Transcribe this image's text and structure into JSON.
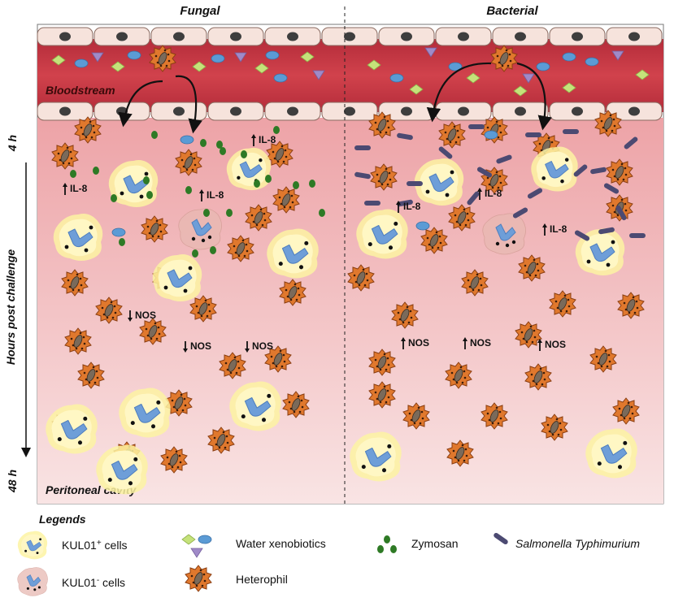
{
  "panels": {
    "left_title": "Fungal",
    "right_title": "Bacterial"
  },
  "regions": {
    "bloodstream": "Bloodstream",
    "peritoneal": "Peritoneal cavity"
  },
  "time_axis": {
    "label": "Hours post challenge",
    "start": "4 h",
    "end": "48 h"
  },
  "annotations": {
    "il8": "IL-8",
    "nos": "NOS"
  },
  "legend": {
    "title": "Legends",
    "kul_pos": {
      "text": "KUL01",
      "sup": "+",
      "suffix": " cells"
    },
    "kul_neg": {
      "text": "KUL01",
      "sup": "-",
      "suffix": " cells"
    },
    "water": "Water xenobiotics",
    "heterophil": "Heterophil",
    "zymosan": "Zymosan",
    "salmonella": "Salmonella Typhimurium"
  },
  "colors": {
    "blood": "#c0323f",
    "cavity_top": "#eea6aa",
    "cavity_bottom": "#f8e2e2",
    "endothelium": "#f6e3dc",
    "heterophil": "#e0782d",
    "kul_pos": "#fdf3a2",
    "kul_neg": "#e8b9b2",
    "nucleus": "#6e9ed8",
    "zymosan": "#2e7a25",
    "salmonella": "#4c4a72"
  }
}
